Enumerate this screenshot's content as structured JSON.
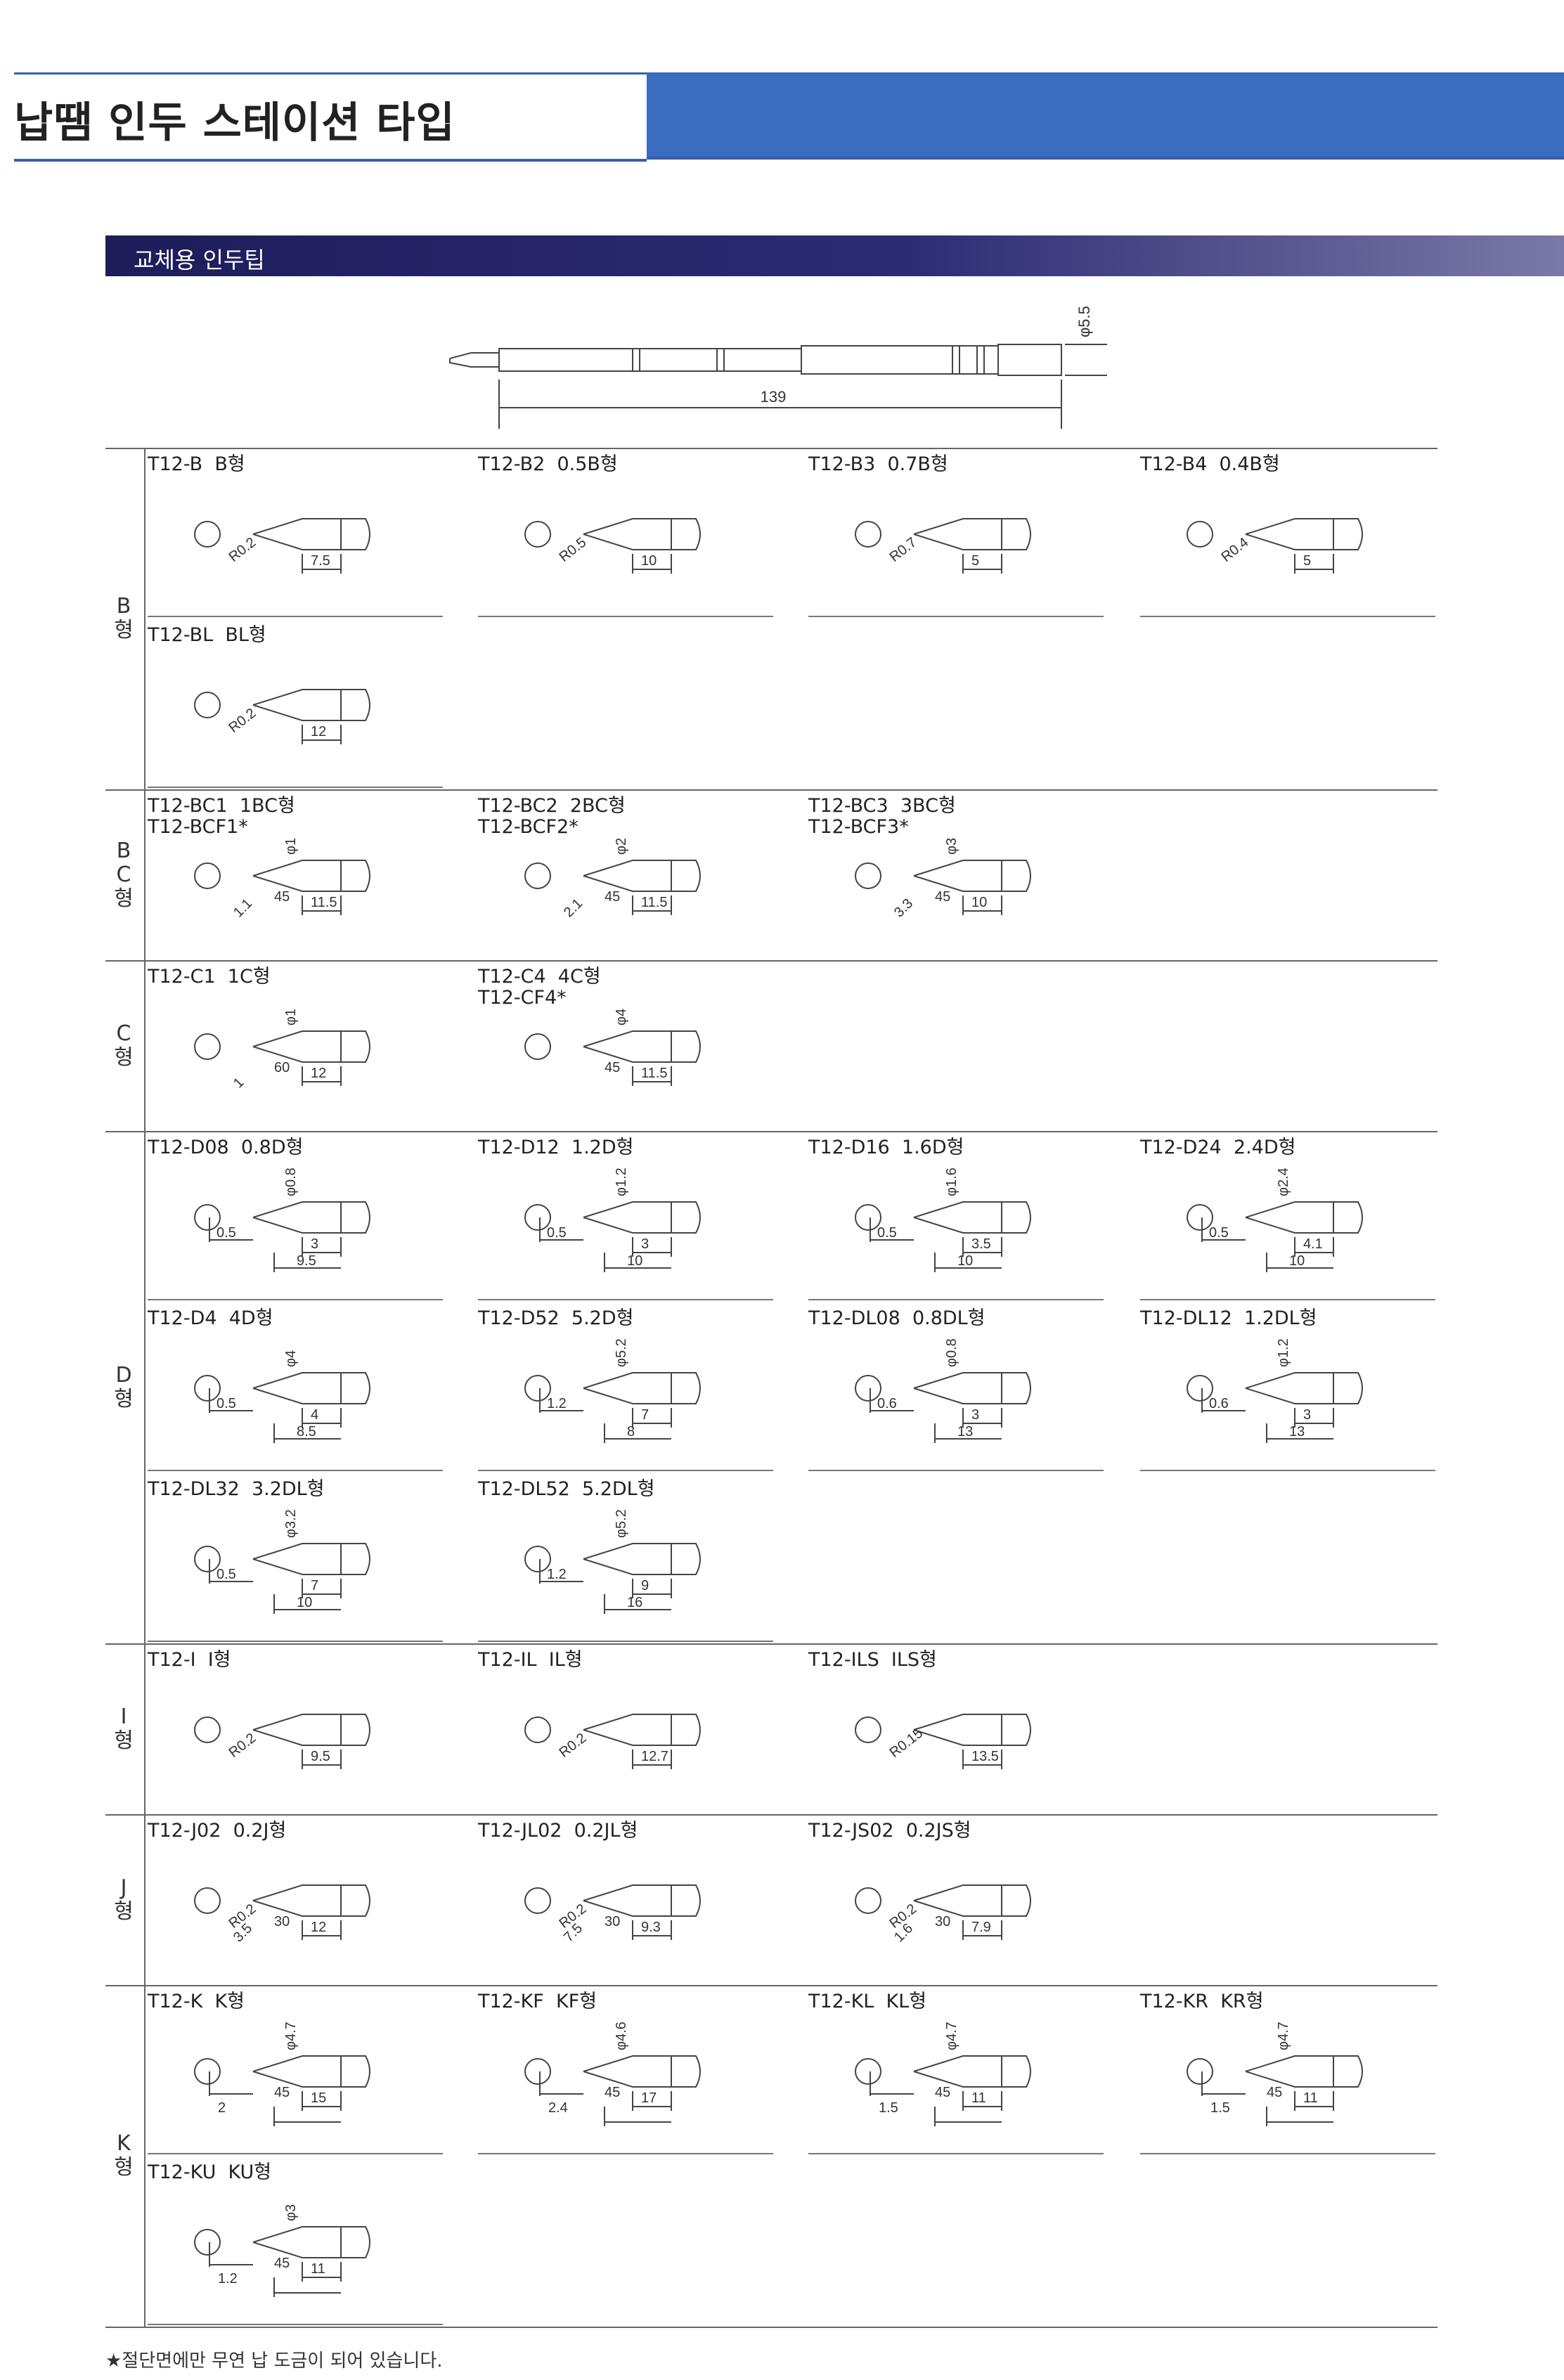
{
  "header": {
    "title": "납땜 인두 스테이션 타입"
  },
  "section": {
    "label": "교체용 인두팁"
  },
  "overview": {
    "diameter": "φ5.5",
    "length": "139"
  },
  "groups": [
    {
      "label": "B\n형",
      "rows": [
        [
          {
            "name": "T12-B  B형",
            "r": "R0.2",
            "dims": [
              "7.5"
            ]
          },
          {
            "name": "T12-B2  0.5B형",
            "r": "R0.5",
            "dims": [
              "10"
            ]
          },
          {
            "name": "T12-B3  0.7B형",
            "r": "R0.7",
            "dims": [
              "5"
            ]
          },
          {
            "name": "T12-B4  0.4B형",
            "r": "R0.4",
            "dims": [
              "5"
            ]
          }
        ],
        [
          {
            "name": "T12-BL  BL형",
            "r": "R0.2",
            "dims": [
              "12"
            ]
          }
        ]
      ]
    },
    {
      "label": "B\nC\n형",
      "rows": [
        [
          {
            "name": "T12-BC1  1BC형\nT12-BCF1*",
            "phi": "φ1",
            "cut": "1.1",
            "angle": "45",
            "dims": [
              "11.5"
            ]
          },
          {
            "name": "T12-BC2  2BC형\nT12-BCF2*",
            "phi": "φ2",
            "cut": "2.1",
            "angle": "45",
            "dims": [
              "11.5"
            ]
          },
          {
            "name": "T12-BC3  3BC형\nT12-BCF3*",
            "phi": "φ3",
            "cut": "3.3",
            "angle": "45",
            "dims": [
              "10"
            ]
          }
        ]
      ]
    },
    {
      "label": "C\n형",
      "rows": [
        [
          {
            "name": "T12-C1  1C형",
            "phi": "φ1",
            "cut": "1",
            "angle": "60",
            "dims": [
              "12"
            ]
          },
          {
            "name": "T12-C4  4C형\nT12-CF4*",
            "phi": "φ4",
            "angle": "45",
            "dims": [
              "11.5"
            ]
          }
        ]
      ]
    },
    {
      "label": "D\n형",
      "rows": [
        [
          {
            "name": "T12-D08  0.8D형",
            "phi": "φ0.8",
            "dims": [
              "0.5",
              "3",
              "9.5"
            ]
          },
          {
            "name": "T12-D12  1.2D형",
            "phi": "φ1.2",
            "dims": [
              "0.5",
              "3",
              "10"
            ]
          },
          {
            "name": "T12-D16  1.6D형",
            "phi": "φ1.6",
            "dims": [
              "0.5",
              "3.5",
              "10"
            ]
          },
          {
            "name": "T12-D24  2.4D형",
            "phi": "φ2.4",
            "dims": [
              "0.5",
              "4.1",
              "10"
            ]
          }
        ],
        [
          {
            "name": "T12-D4  4D형",
            "phi": "φ4",
            "dims": [
              "0.5",
              "4",
              "8.5"
            ]
          },
          {
            "name": "T12-D52  5.2D형",
            "phi": "φ5.2",
            "dims": [
              "1.2",
              "7",
              "8"
            ]
          },
          {
            "name": "T12-DL08  0.8DL형",
            "phi": "φ0.8",
            "dims": [
              "0.6",
              "3",
              "13"
            ]
          },
          {
            "name": "T12-DL12  1.2DL형",
            "phi": "φ1.2",
            "dims": [
              "0.6",
              "3",
              "13"
            ]
          }
        ],
        [
          {
            "name": "T12-DL32  3.2DL형",
            "phi": "φ3.2",
            "dims": [
              "0.5",
              "7",
              "10"
            ]
          },
          {
            "name": "T12-DL52  5.2DL형",
            "phi": "φ5.2",
            "dims": [
              "1.2",
              "9",
              "16"
            ]
          }
        ]
      ]
    },
    {
      "label": "I\n형",
      "rows": [
        [
          {
            "name": "T12-I  I형",
            "r": "R0.2",
            "dims": [
              "9.5"
            ]
          },
          {
            "name": "T12-IL  IL형",
            "r": "R0.2",
            "dims": [
              "12.7"
            ]
          },
          {
            "name": "T12-ILS  ILS형",
            "r": "R0.15",
            "dims": [
              "13.5"
            ]
          }
        ]
      ]
    },
    {
      "label": "J\n형",
      "rows": [
        [
          {
            "name": "T12-J02  0.2J형",
            "r": "R0.2",
            "angle": "30",
            "cut": "3.5",
            "dims": [
              "12"
            ]
          },
          {
            "name": "T12-JL02  0.2JL형",
            "r": "R0.2",
            "angle": "30",
            "cut": "7.5",
            "dims": [
              "9.3"
            ]
          },
          {
            "name": "T12-JS02  0.2JS형",
            "r": "R0.2",
            "angle": "30",
            "cut": "1.6",
            "dims": [
              "7.9"
            ]
          }
        ]
      ]
    },
    {
      "label": "K\n형",
      "rows": [
        [
          {
            "name": "T12-K  K형",
            "phi": "φ4.7",
            "angle": "45",
            "dims": [
              "2",
              "15"
            ]
          },
          {
            "name": "T12-KF  KF형",
            "phi": "φ4.6",
            "angle": "45",
            "dims": [
              "2.4",
              "17"
            ]
          },
          {
            "name": "T12-KL  KL형",
            "phi": "φ4.7",
            "angle": "45",
            "dims": [
              "1.5",
              "11"
            ]
          },
          {
            "name": "T12-KR  KR형",
            "phi": "φ4.7",
            "angle": "45",
            "dims": [
              "1.5",
              "11"
            ]
          }
        ],
        [
          {
            "name": "T12-KU  KU형",
            "phi": "φ3",
            "angle": "45",
            "dims": [
              "1.2",
              "11"
            ]
          }
        ]
      ]
    }
  ],
  "footnote": "★절단면에만 무연 납 도금이 되어 있습니다."
}
